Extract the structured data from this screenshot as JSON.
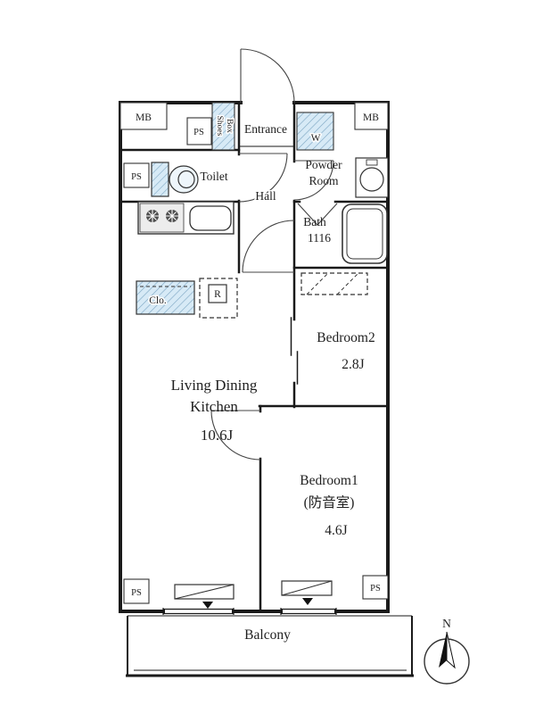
{
  "colors": {
    "wall": "#1a1a1a",
    "line": "#333333",
    "door": "#444444",
    "text": "#1f1f1f",
    "fixture_fill": "#d7eaf6",
    "fixture_stroke": "#7fa8c4"
  },
  "rooms": {
    "entrance": "Entrance",
    "hall": "Hall",
    "toilet": "Toilet",
    "powder_line1": "Powder",
    "powder_line2": "Room",
    "bath_line1": "Bath",
    "bath_line2": "1116",
    "ldk_line1": "Living Dining",
    "ldk_line2": "Kitchen",
    "ldk_size": "10.6J",
    "bedroom2": "Bedroom2",
    "bedroom2_size": "2.8J",
    "bedroom1": "Bedroom1",
    "bedroom1_note": "(防音室)",
    "bedroom1_size": "4.6J",
    "balcony": "Balcony"
  },
  "fixtures": {
    "shoes_line1": "Shoes",
    "shoes_line2": "Box",
    "washer": "W",
    "closet": "Clo.",
    "fridge": "R"
  },
  "service": {
    "mb_left": "MB",
    "mb_right": "MB",
    "ps_top": "PS",
    "ps_toilet": "PS",
    "ps_bottom_left": "PS",
    "ps_bottom_right": "PS"
  },
  "compass": {
    "north": "N"
  }
}
